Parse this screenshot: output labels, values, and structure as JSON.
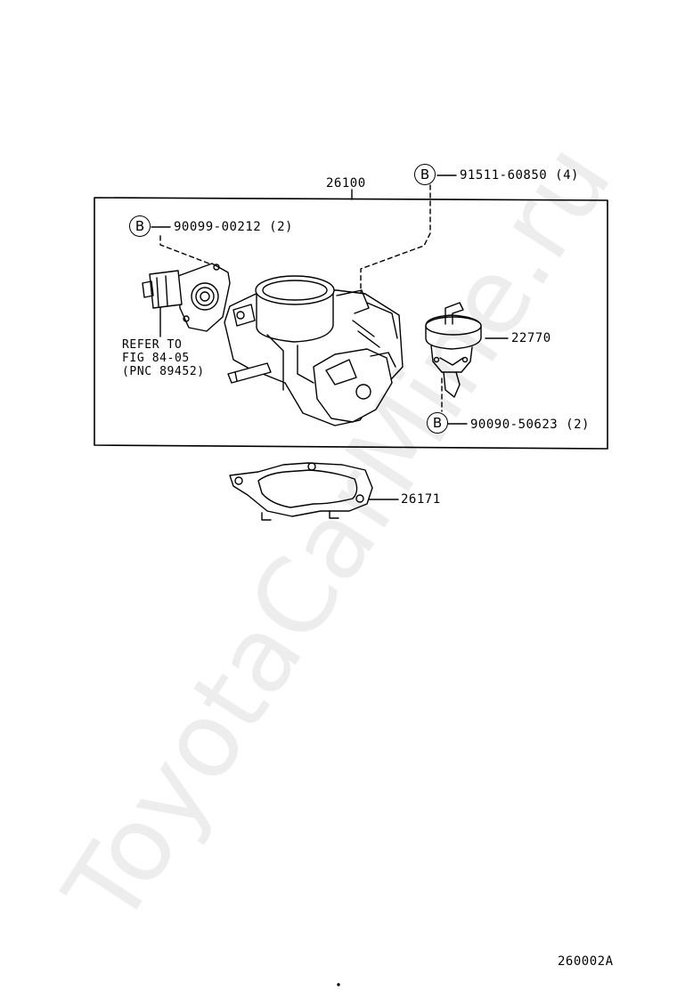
{
  "labels": {
    "main_part": "26100",
    "bolt_top_right": "91511-60850 (4)",
    "screw_top_left": "90099-00212 (2)",
    "part_vsv": "22770",
    "bolt_bottom_right": "90090-50623 (2)",
    "gasket": "26171",
    "drawing_code": "260002A"
  },
  "callout_letter": "B",
  "refer_note": {
    "line1": "REFER TO",
    "line2": "FIG 84-05",
    "line3": "(PNC 89452)"
  },
  "watermark": "ToyotaCarMine.ru"
}
